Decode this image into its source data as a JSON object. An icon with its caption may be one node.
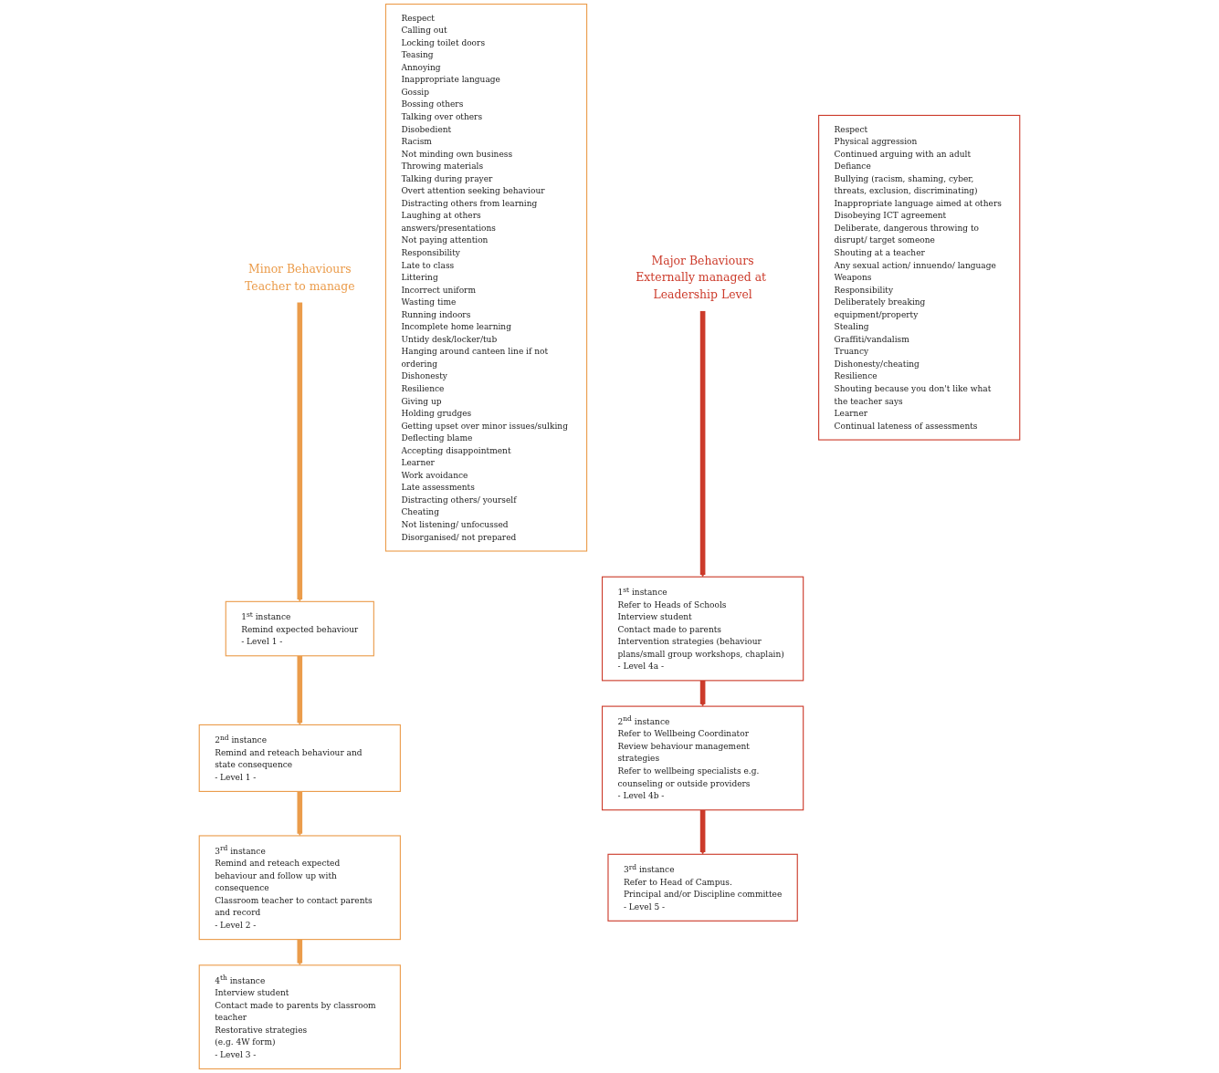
{
  "diagram": {
    "nodes": [
      {
        "text": [
          "Minor Behaviours",
          "Teacher to manage"
        ]
      },
      {
        "text": [
          "1$^{st}$ instance",
          "Remind expected behaviour",
          "- Level 1 -"
        ]
      },
      {
        "text": [
          "2$^{nd}$ instance",
          "Remind and reteach behaviour and state consequence",
          "- Level 1 -"
        ]
      },
      {
        "text": [
          "3$^{rd}$ instance",
          "Remind and reteach expected behaviour and follow up with consequence",
          "Classroom teacher to contact parents and record",
          "- Level 2 -"
        ]
      },
      {
        "text": [
          "4$^{th}$ instance",
          "Interview student",
          "Contact made to parents by classroom teacher",
          "Restorative strategies",
          "(e.g. 4W form)",
          "- Level 3 -"
        ]
      },
      {
        "text": [
          "Respect",
          "Calling out",
          "Locking toilet doors",
          "Teasing",
          "Annoying",
          "Inappropriate language",
          "Gossip",
          "Bossing others",
          "Talking over others",
          "Disobedient",
          "Racism",
          "Not minding own business",
          "Throwing materials",
          "Talking during prayer",
          "Overt attention seeking behaviour",
          "Distracting others from learning",
          "Laughing at others answers/presentations",
          "Not paying attention",
          "Responsibility",
          "Late to class",
          "Littering",
          "Incorrect uniform",
          "Wasting time",
          "Running indoors",
          "Incomplete home learning",
          "Untidy desk/locker/tub",
          "Hanging around canteen line if not ordering",
          "Dishonesty",
          "Resilience",
          "Giving up",
          "Holding grudges",
          "Getting upset over minor issues/sulking",
          "Deflecting blame",
          "Accepting disappointment",
          "Learner",
          "Work avoidance",
          "Late assessments",
          "Distracting others/ yourself",
          "Cheating",
          "Not listening/ unfocussed",
          "Disorganised/ not prepared"
        ]
      },
      {
        "text": [
          "Major Behaviours",
          "Externally managed at Leadership Level"
        ]
      },
      {
        "text": [
          "Respect",
          "Physical aggression",
          "Continued arguing with an adult",
          "Defiance",
          "Bullying (racism, shaming, cyber, threats, exclusion, discriminating)",
          "Inappropriate language aimed at others",
          "Disobeying ICT agreement",
          "Deliberate, dangerous throwing to disrupt/ target someone",
          "Shouting at a teacher",
          "Any sexual action/ innuendo/ language",
          "Weapons",
          "Responsibility",
          "Deliberately breaking equipment/property",
          "Stealing",
          "Graffiti/vandalism",
          "Truancy",
          "Dishonesty/cheating",
          "Resilience",
          "Shouting because you don't like what the teacher says",
          "Learner",
          "Continual lateness of assessments"
        ]
      },
      {
        "text": [
          "1$^{st}$ instance",
          "Refer to Heads of Schools",
          "Interview student",
          "Contact made to parents",
          "Intervention strategies (behaviour plans/small group workshops, chaplain)",
          "- Level 4a -"
        ]
      },
      {
        "text": [
          "2$^{nd}$ instance",
          "Refer to Wellbeing Coordinator",
          "Review behaviour management strategies",
          "Refer to wellbeing specialists e.g. counseling or outside providers",
          "- Level 4b -"
        ]
      },
      {
        "text": [
          "3$^{rd}$ instance",
          "Refer to Head of Campus.",
          "Principal and/or Discipline committee",
          "- Level 5 -"
        ]
      }
    ],
    "edges": [
      {
        "from": 0,
        "to": 1,
        "arrow": "to",
        "color": "#eb9c4b"
      },
      {
        "from": 1,
        "to": 2,
        "arrow": "to",
        "color": "#eb9c4b"
      },
      {
        "from": 2,
        "to": 3,
        "arrow": "to",
        "color": "#eb9c4b"
      },
      {
        "from": 3,
        "to": 4,
        "arrow": "to",
        "color": "#eb9c4b"
      },
      {
        "from": 6,
        "to": 8,
        "arrow": "to",
        "color": "#cc3b2b"
      },
      {
        "from": 8,
        "to": 9,
        "arrow": "to",
        "color": "#cc3b2b"
      },
      {
        "from": 9,
        "to": 10,
        "arrow": "to",
        "color": "#cc3b2b"
      }
    ]
  }
}
